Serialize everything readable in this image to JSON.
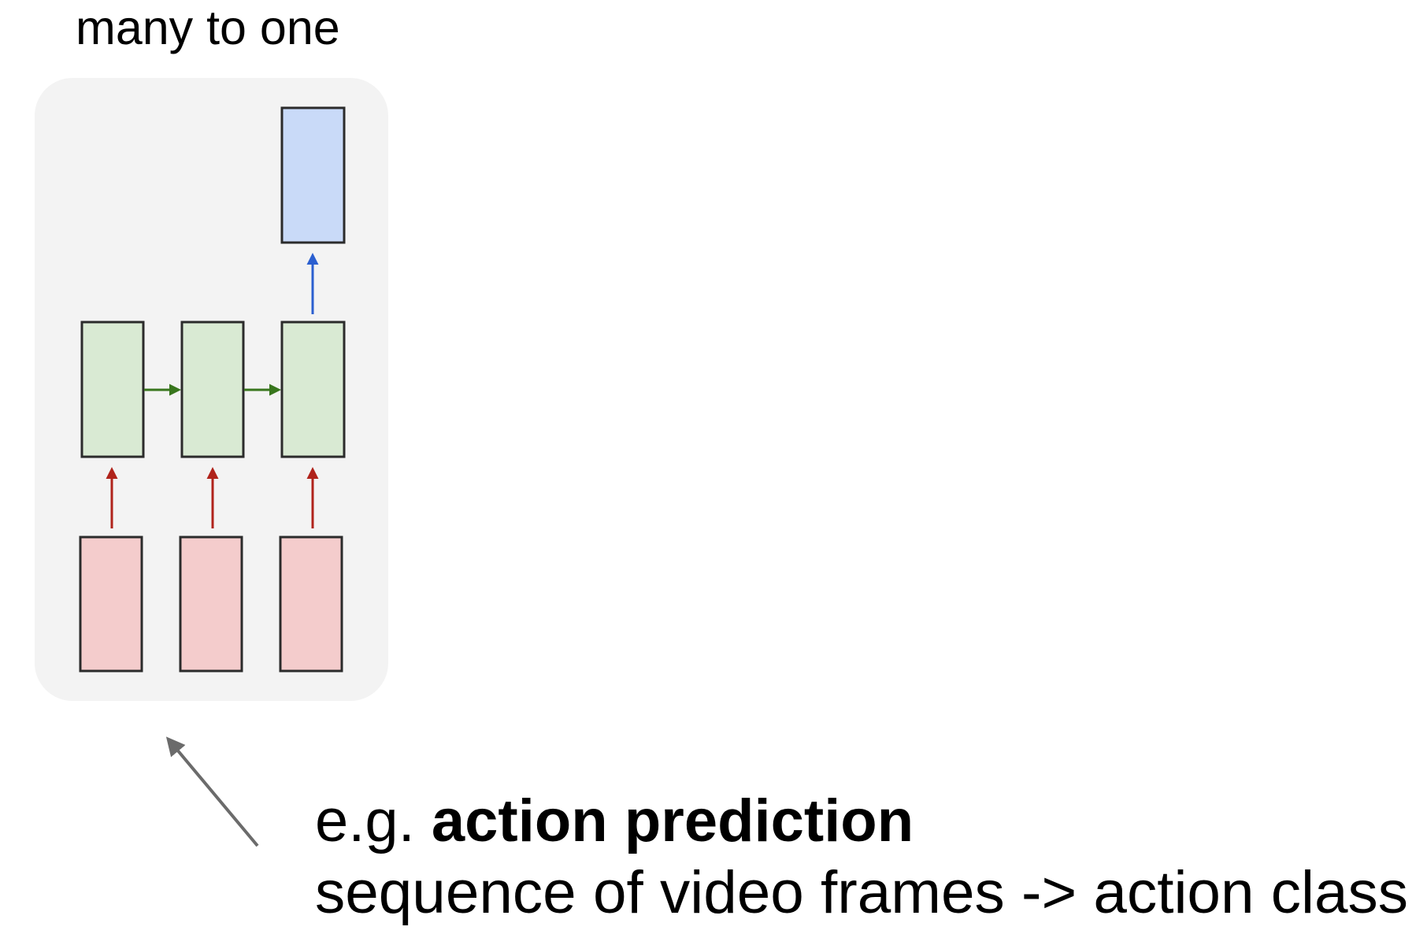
{
  "title": "many to one",
  "caption": {
    "prefix": "e.g.",
    "emphasis": "action prediction",
    "description": "sequence of video frames -> action class"
  },
  "colors": {
    "panel": "#f3f3f3",
    "input_box": "#f4cccc",
    "hidden_box": "#d9ead3",
    "output_box": "#c9daf8",
    "input_arrow": "#b0231b",
    "hidden_arrow": "#38761d",
    "output_arrow": "#2b5fd0",
    "pointer_arrow": "#6b6b6b",
    "box_border": "#2b2b2b"
  }
}
